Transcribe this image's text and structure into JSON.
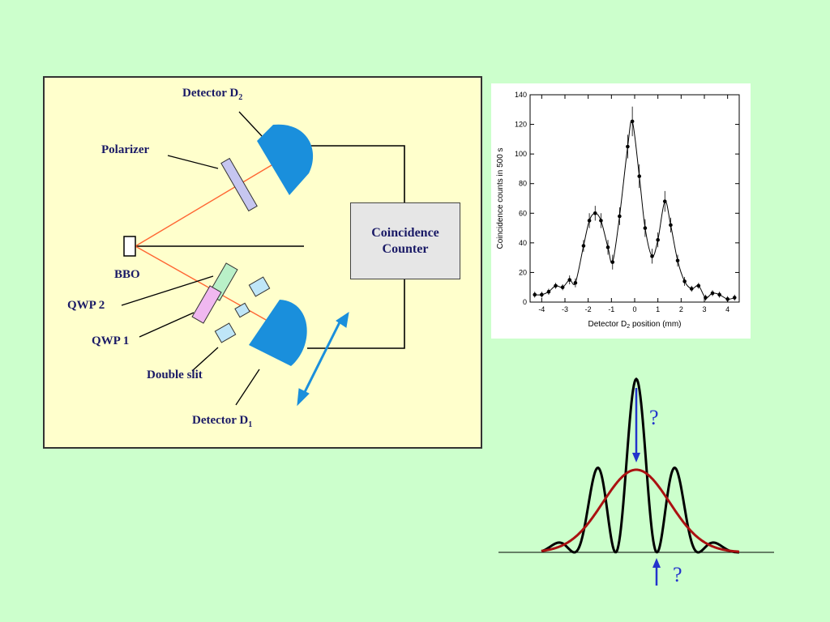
{
  "setup": {
    "labels": {
      "detector_d2": "Detector D",
      "detector_d2_sub": "2",
      "polarizer": "Polarizer",
      "bbo": "BBO",
      "qwp2": "QWP 2",
      "qwp1": "QWP 1",
      "double_slit": "Double slit",
      "detector_d1": "Detector D",
      "detector_d1_sub": "1"
    },
    "counter": {
      "line1": "Coincidence",
      "line2": "Counter"
    },
    "colors": {
      "background": "#ffffcc",
      "detector": "#1a8fdc",
      "beam": "#ff6633",
      "polarizer": "#c6c6f0",
      "qwp2": "#b9f0c8",
      "qwp1": "#f0b8f0",
      "slit": "#bfe6f7"
    }
  },
  "chart_data": {
    "type": "scatter",
    "xlabel": "Detector  D",
    "xlabel_sub": "2",
    "xlabel_suffix": " position (mm)",
    "ylabel": "Coincidence counts in 500 s",
    "xlim": [
      -4.5,
      4.5
    ],
    "ylim": [
      0,
      140
    ],
    "xticks": [
      -4,
      -3,
      -2,
      -1,
      0,
      1,
      2,
      3,
      4
    ],
    "yticks": [
      0,
      20,
      40,
      60,
      80,
      100,
      120,
      140
    ],
    "points": [
      {
        "x": -4.3,
        "y": 5,
        "err": 2
      },
      {
        "x": -4.0,
        "y": 5,
        "err": 2
      },
      {
        "x": -3.7,
        "y": 7,
        "err": 2
      },
      {
        "x": -3.4,
        "y": 11,
        "err": 2
      },
      {
        "x": -3.1,
        "y": 10,
        "err": 2
      },
      {
        "x": -2.8,
        "y": 15,
        "err": 3
      },
      {
        "x": -2.55,
        "y": 13,
        "err": 3
      },
      {
        "x": -2.2,
        "y": 38,
        "err": 4
      },
      {
        "x": -1.95,
        "y": 55,
        "err": 5
      },
      {
        "x": -1.7,
        "y": 60,
        "err": 5
      },
      {
        "x": -1.45,
        "y": 55,
        "err": 5
      },
      {
        "x": -1.15,
        "y": 37,
        "err": 5
      },
      {
        "x": -0.95,
        "y": 27,
        "err": 5
      },
      {
        "x": -0.65,
        "y": 58,
        "err": 6
      },
      {
        "x": -0.3,
        "y": 105,
        "err": 8
      },
      {
        "x": -0.1,
        "y": 122,
        "err": 10
      },
      {
        "x": 0.2,
        "y": 85,
        "err": 8
      },
      {
        "x": 0.45,
        "y": 50,
        "err": 6
      },
      {
        "x": 0.75,
        "y": 31,
        "err": 5
      },
      {
        "x": 1.0,
        "y": 42,
        "err": 5
      },
      {
        "x": 1.3,
        "y": 68,
        "err": 7
      },
      {
        "x": 1.55,
        "y": 52,
        "err": 5
      },
      {
        "x": 1.85,
        "y": 28,
        "err": 4
      },
      {
        "x": 2.15,
        "y": 14,
        "err": 3
      },
      {
        "x": 2.45,
        "y": 9,
        "err": 2
      },
      {
        "x": 2.75,
        "y": 11,
        "err": 2
      },
      {
        "x": 3.05,
        "y": 3,
        "err": 2
      },
      {
        "x": 3.35,
        "y": 6,
        "err": 2
      },
      {
        "x": 3.65,
        "y": 5,
        "err": 2
      },
      {
        "x": 4.0,
        "y": 2,
        "err": 2
      },
      {
        "x": 4.3,
        "y": 3,
        "err": 2
      }
    ]
  },
  "sketch": {
    "question_mark": "?",
    "colors": {
      "interference": "#000000",
      "envelope": "#aa1111",
      "arrow": "#2233cc"
    }
  }
}
